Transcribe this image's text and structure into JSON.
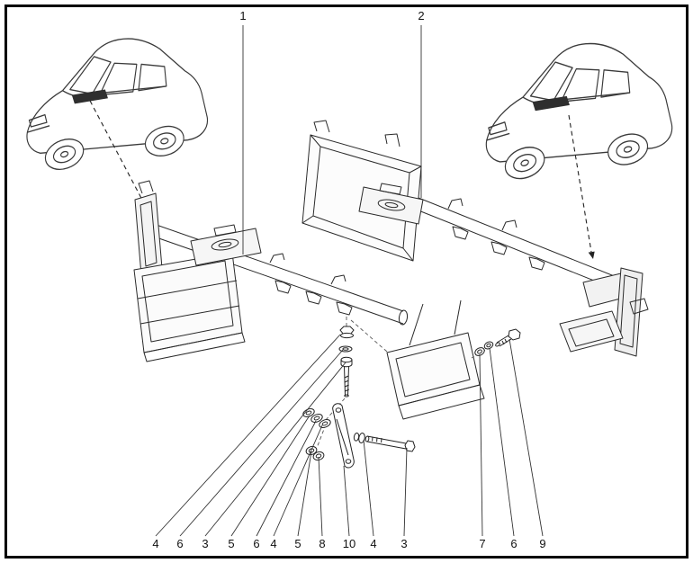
{
  "colors": {
    "line": "#2a2a2a",
    "background": "#ffffff",
    "border": "#000000"
  },
  "callouts": {
    "top": [
      {
        "label": "1"
      },
      {
        "label": "2"
      }
    ],
    "bottom": [
      {
        "label": "4"
      },
      {
        "label": "6"
      },
      {
        "label": "3"
      },
      {
        "label": "5"
      },
      {
        "label": "6"
      },
      {
        "label": "4"
      },
      {
        "label": "5"
      },
      {
        "label": "8"
      },
      {
        "label": "10"
      },
      {
        "label": "4"
      },
      {
        "label": "3"
      },
      {
        "label": "7"
      },
      {
        "label": "6"
      },
      {
        "label": "9"
      }
    ]
  }
}
